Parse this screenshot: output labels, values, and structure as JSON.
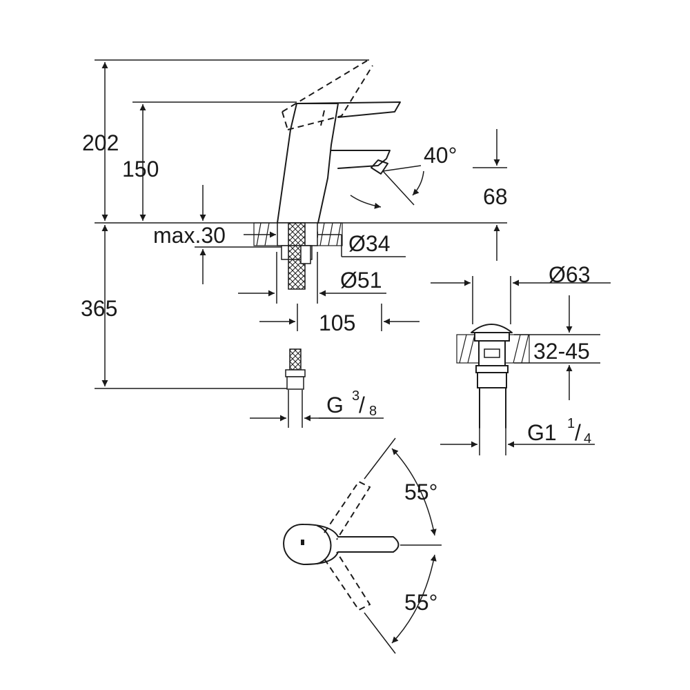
{
  "dimensions": {
    "height_total": "202",
    "height_spout": "150",
    "max_deck": "max.30",
    "spout_angle": "40°",
    "spout_projection": "68",
    "hole_d34": "Ø34",
    "hole_d51": "Ø51",
    "below_deck": "365",
    "reach": "105",
    "connection_thread_main": "G",
    "connection_thread_num": "3",
    "connection_thread_den": "8",
    "waste_d63": "Ø63",
    "waste_range": "32-45",
    "waste_thread_main": "G1",
    "waste_thread_num": "1",
    "waste_thread_den": "4",
    "lever_angle_top": "55°",
    "lever_angle_bottom": "55°"
  }
}
